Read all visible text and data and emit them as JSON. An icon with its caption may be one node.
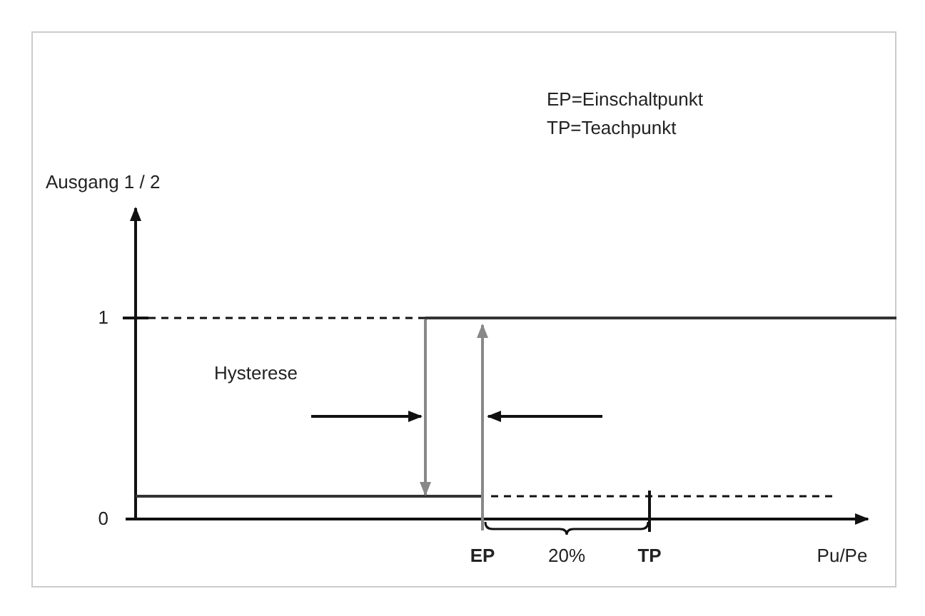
{
  "diagram": {
    "labels": [
      "EP=Einschaltpunkt",
      "TP=Teachpunkt",
      "Ausgang 1 / 2",
      "1",
      "Hysterese",
      "0",
      "EP",
      "20%",
      "TP",
      "Pu/Pe"
    ]
  }
}
